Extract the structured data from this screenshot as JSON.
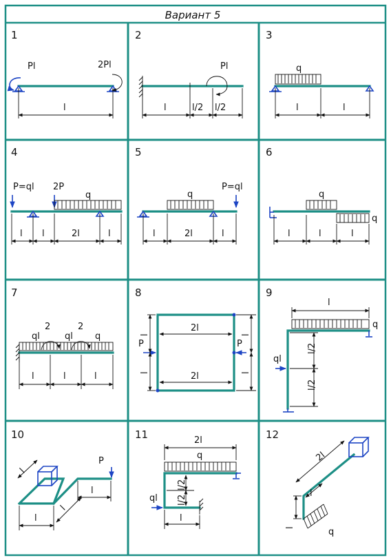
{
  "sheet": {
    "title": "Вариант  5",
    "border_color": "#1d8f86",
    "beam_color": "#1d8f86",
    "support_color": "#1c44c4"
  },
  "panels": [
    {
      "number": "1",
      "labels": {
        "m1": "Pl",
        "m2": "2Pl",
        "d1": "l"
      }
    },
    {
      "number": "2",
      "labels": {
        "m1": "Pl",
        "d1": "l",
        "d2": "l/2",
        "d3": "l/2"
      }
    },
    {
      "number": "3",
      "labels": {
        "q": "q",
        "d1": "l",
        "d2": "l"
      }
    },
    {
      "number": "4",
      "labels": {
        "p1": "P=ql",
        "p2": "2P",
        "q": "q",
        "d1": "l",
        "d2": "l",
        "d3": "2l",
        "d4": "l"
      }
    },
    {
      "number": "5",
      "labels": {
        "q": "q",
        "p1": "P=ql",
        "d1": "l",
        "d2": "2l",
        "d3": "l"
      }
    },
    {
      "number": "6",
      "labels": {
        "q1": "q",
        "q2": "q",
        "d1": "l",
        "d2": "l",
        "d3": "l"
      }
    },
    {
      "number": "7",
      "labels": {
        "m1": "ql",
        "e1": "2",
        "m2": "ql",
        "e2": "2",
        "q": "q",
        "d1": "l",
        "d2": "l",
        "d3": "l"
      }
    },
    {
      "number": "8",
      "labels": {
        "t": "2l",
        "b": "2l",
        "p1": "P",
        "p2": "P",
        "l1": "l",
        "l2": "l",
        "r1": "l",
        "r2": "l"
      }
    },
    {
      "number": "9",
      "labels": {
        "top": "l",
        "q": "q",
        "ql": "ql",
        "v1": "l/2",
        "v2": "l/2"
      }
    },
    {
      "number": "10",
      "labels": {
        "p": "P",
        "d1": "l",
        "d2": "l",
        "d3": "l",
        "d4": "l"
      }
    },
    {
      "number": "11",
      "labels": {
        "top": "2l",
        "q": "q",
        "ql": "ql",
        "v1": "l/2",
        "v2": "l/2",
        "b": "l"
      }
    },
    {
      "number": "12",
      "labels": {
        "top": "2l",
        "mid": "l",
        "left": "l",
        "q": "q"
      }
    }
  ]
}
